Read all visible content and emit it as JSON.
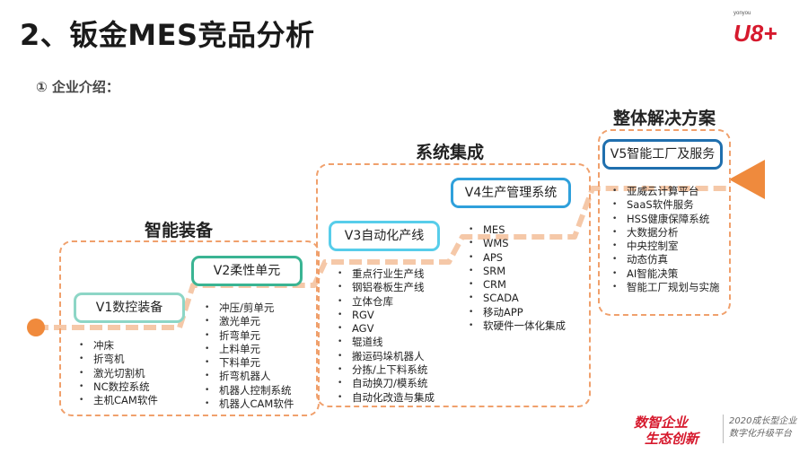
{
  "title": "2、钣金MES竞品分析",
  "subtitle": "①  企业介绍：",
  "logo": {
    "small": "yonyou",
    "main": "U8+"
  },
  "stages": [
    {
      "heading": "智能装备"
    },
    {
      "heading": "系统集成"
    },
    {
      "heading": "整体解决方案"
    }
  ],
  "versions": [
    {
      "label": "V1数控装备",
      "border": "#8dd6c6",
      "items": [
        "冲床",
        "折弯机",
        "激光切割机",
        "NC数控系统",
        "主机CAM软件"
      ]
    },
    {
      "label": "V2柔性单元",
      "border": "#3ab493",
      "items": [
        "冲压/剪单元",
        "激光单元",
        "折弯单元",
        "上料单元",
        "下料单元",
        "折弯机器人",
        "机器人控制系统",
        "机器人CAM软件"
      ]
    },
    {
      "label": "V3自动化产线",
      "border": "#57cdea",
      "items": [
        "重点行业生产线",
        "钢铝卷板生产线",
        "立体仓库",
        "RGV",
        "AGV",
        "辊道线",
        "搬运码垛机器人",
        "分拣/上下料系统",
        "自动换刀/模系统",
        "自动化改造与集成"
      ]
    },
    {
      "label": "V4生产管理系统",
      "border": "#2fa0db",
      "items": [
        "MES",
        "WMS",
        "APS",
        "SRM",
        "CRM",
        "SCADA",
        "移动APP",
        "软硬件一体化集成"
      ]
    },
    {
      "label": "V5智能工厂及服务",
      "border": "#1f6fae",
      "items": [
        "亚威云计算平台",
        "SaaS软件服务",
        "HSS健康保障系统",
        "大数据分析",
        "中央控制室",
        "动态仿真",
        "AI智能决策",
        "智能工厂规划与实施"
      ]
    }
  ],
  "footer": {
    "slogan_line1": "数智企业",
    "slogan_line2": "生态创新",
    "tagline_line1": "2020成长型企业",
    "tagline_line2": "数字化升级平台"
  },
  "colors": {
    "stair": "#f5c8a8",
    "dash": "#f0a06c",
    "arrow": "#ef8a3d",
    "dot": "#f08a3c",
    "brand_red": "#d6192d"
  }
}
